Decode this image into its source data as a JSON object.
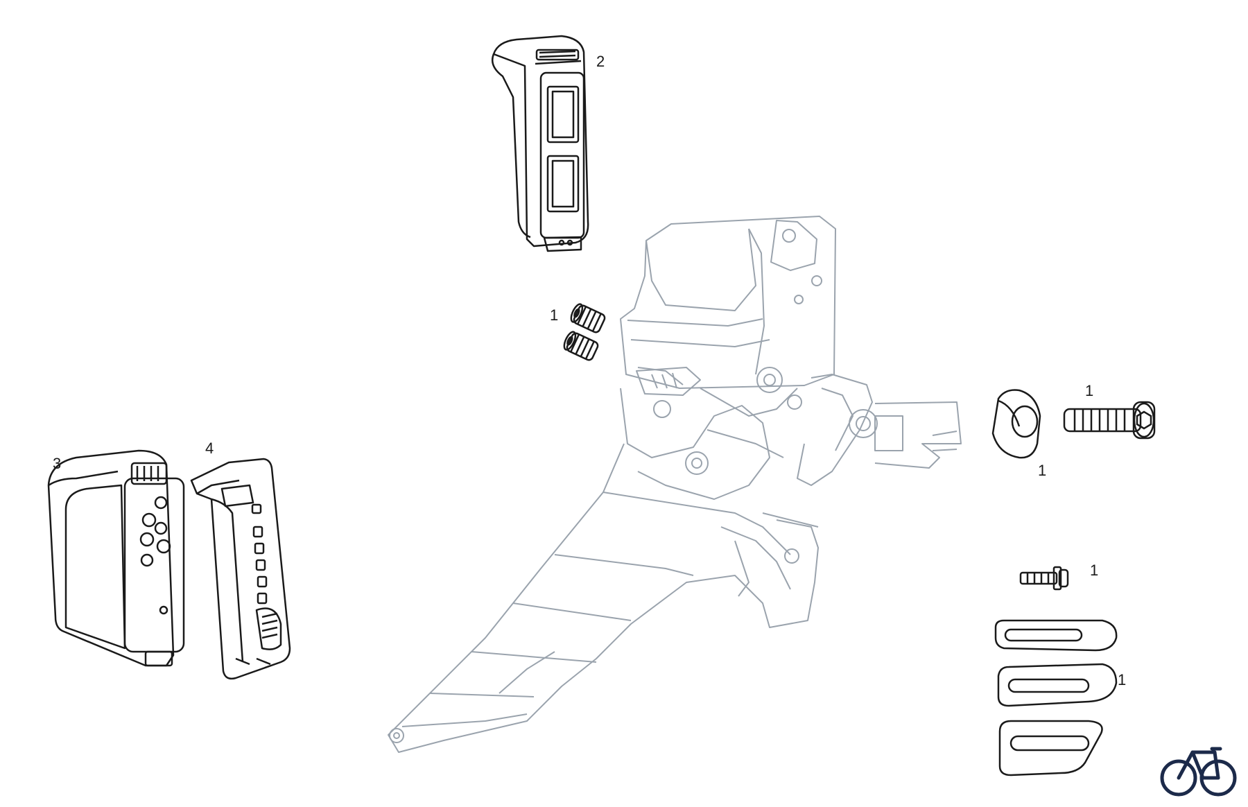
{
  "diagram": {
    "callouts": {
      "battery_cover": "2",
      "limit_screws": "1",
      "mount_bolt": "1",
      "bolt_washer": "1",
      "battery": "3",
      "battery_cap": "4",
      "support_screw": "1",
      "shims": "1"
    },
    "colors": {
      "part_outline": "#1a1a1a",
      "main_body_outline": "#9aa3ad",
      "logo": "#1c2a4a"
    },
    "logo_icon": "bicycle-icon"
  }
}
